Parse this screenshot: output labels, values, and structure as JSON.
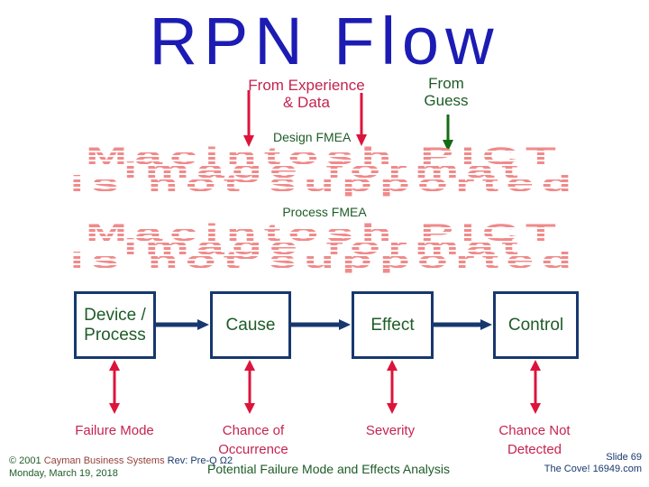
{
  "colors": {
    "blue": "#1c1cb4",
    "navy": "#17386e",
    "green": "#1e5c28",
    "crimson": "#c5244f",
    "red": "#dc143c",
    "darkgreen-arrow": "#156b15",
    "salmon": "#f18a8a",
    "maroon": "#95413a"
  },
  "title": "RPN Flow",
  "top": {
    "from_experience": "From Experience\n& Data",
    "from_guess": "From\nGuess",
    "design_fmea": "Design FMEA",
    "process_fmea": "Process FMEA"
  },
  "pict_error": {
    "lines": [
      "Macintosh PICT",
      "image format",
      "is not supported"
    ]
  },
  "flow": {
    "boxes": [
      {
        "label": "Device /\nProcess"
      },
      {
        "label": "Cause"
      },
      {
        "label": "Effect"
      },
      {
        "label": "Control"
      }
    ],
    "bottom_labels": [
      {
        "label": "Failure Mode"
      },
      {
        "label": "Chance of\nOccurrence"
      },
      {
        "label": "Severity"
      },
      {
        "label": "Chance Not\nDetected"
      }
    ]
  },
  "footer": {
    "copyright": "© 2001",
    "company": "Cayman Business Systems",
    "rev": "Rev: Pre-Q Ω2",
    "date": "Monday, March 19, 2018",
    "center_text": "Potential Failure Mode and Effects Analysis",
    "slide_number": "Slide 69",
    "site": "The Cove!  16949.com"
  }
}
